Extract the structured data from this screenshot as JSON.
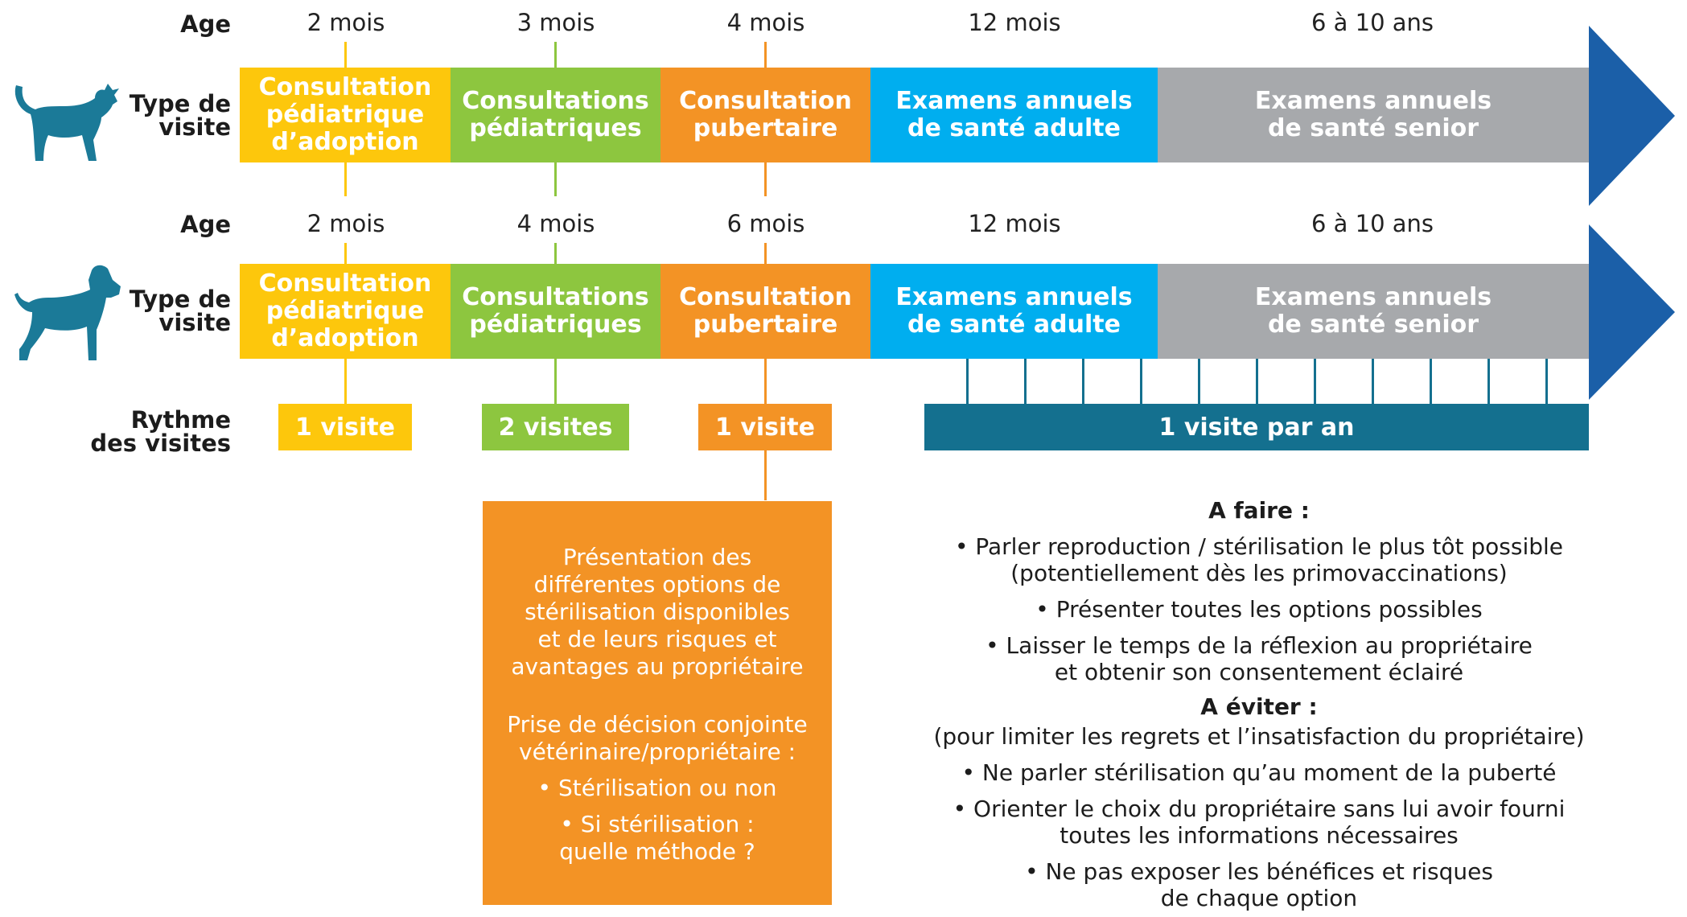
{
  "labels": {
    "age": "Age",
    "type_visite": "Type de\nvisite",
    "rythme": "Rythme\ndes visites"
  },
  "cat_timeline": {
    "ages": [
      "2 mois",
      "3 mois",
      "4 mois",
      "12 mois",
      "6 à 10 ans"
    ],
    "segments": [
      "Consultation\npédiatrique\nd’adoption",
      "Consultations\npédiatriques",
      "Consultation\npubertaire",
      "Examens annuels\nde santé adulte",
      "Examens annuels\nde santé senior"
    ]
  },
  "dog_timeline": {
    "ages": [
      "2 mois",
      "4 mois",
      "6 mois",
      "12 mois",
      "6 à 10 ans"
    ],
    "segments": [
      "Consultation\npédiatrique\nd’adoption",
      "Consultations\npédiatriques",
      "Consultation\npubertaire",
      "Examens annuels\nde santé adulte",
      "Examens annuels\nde santé senior"
    ]
  },
  "rhythm": [
    "1 visite",
    "2 visites",
    "1 visite",
    "1 visite par an"
  ],
  "orange_box": {
    "para1": "Présentation des\ndifférentes options de\nstérilisation disponibles\net de leurs risques et\navantages au propriétaire",
    "para2": "Prise de décision conjointe\nvétérinaire/propriétaire :",
    "bullet1": "• Stérilisation ou non",
    "bullet2": "• Si stérilisation :\nquelle méthode ?"
  },
  "a_faire": {
    "title": "A faire :",
    "items": [
      "• Parler reproduction / stérilisation le plus tôt possible\n(potentiellement dès les primovaccinations)",
      "• Présenter toutes les options possibles",
      "• Laisser le temps de la réflexion au propriétaire\net obtenir son consentement éclairé"
    ]
  },
  "a_eviter": {
    "title": "A éviter :",
    "subtitle": "(pour limiter les regrets et l’insatisfaction du propriétaire)",
    "items": [
      "• Ne parler stérilisation qu’au moment de la puberté",
      "• Orienter le choix du propriétaire sans lui avoir fourni\ntoutes les informations nécessaires",
      "• Ne pas exposer les bénéfices et risques\nde chaque option"
    ]
  },
  "colors": {
    "yellow": "#fdc70c",
    "green": "#8dc63f",
    "orange": "#f39325",
    "blue": "#00aeef",
    "grey": "#a7a9ac",
    "arrow": "#1b5fa8",
    "teal": "#14708f",
    "animal": "#1b7a98"
  },
  "icons": [
    "cat-icon",
    "dog-icon"
  ]
}
